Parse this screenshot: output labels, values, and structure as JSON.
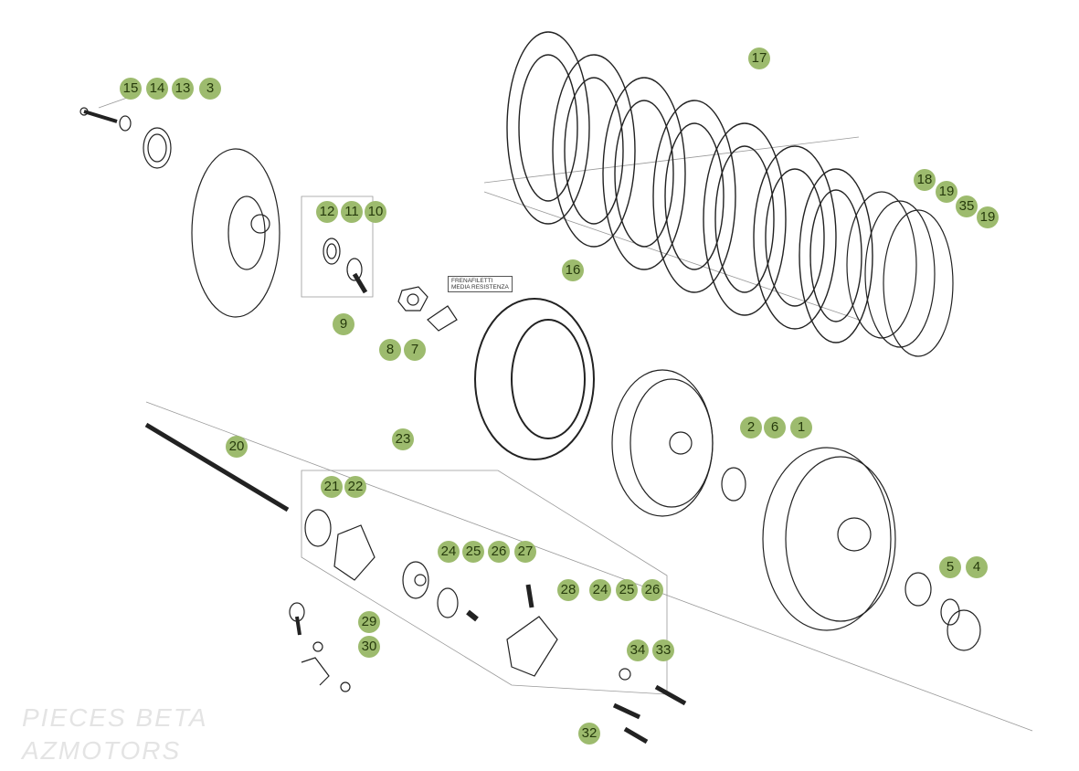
{
  "watermark": {
    "line1": "PIECES BETA",
    "line2": "AZMOTORS"
  },
  "note": {
    "line1": "FRENAFILETTI",
    "line2": "MEDIA RESISTENZA"
  },
  "colors": {
    "callout_fill": "#9dbb6e",
    "callout_text": "#263a0c",
    "linework": "#222222"
  },
  "callouts": [
    "15",
    "14",
    "13",
    "3",
    "17",
    "12",
    "11",
    "10",
    "9",
    "8",
    "7",
    "16",
    "18",
    "19",
    "35",
    "19",
    "20",
    "23",
    "21",
    "22",
    "2",
    "6",
    "1",
    "24",
    "25",
    "26",
    "27",
    "28",
    "24",
    "25",
    "26",
    "5",
    "4",
    "29",
    "30",
    "34",
    "33",
    "32"
  ]
}
